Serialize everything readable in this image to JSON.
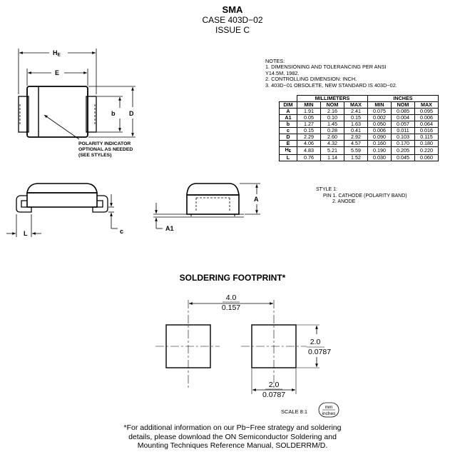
{
  "header": {
    "name": "SMA",
    "case": "CASE 403D−02",
    "issue": "ISSUE C"
  },
  "notes": {
    "title": "NOTES:",
    "lines": [
      "1.  DIMENSIONING AND TOLERANCING PER ANSI",
      "      Y14.5M, 1982.",
      "2.  CONTROLLING DIMENSION: INCH.",
      "3.  403D−01 OBSOLETE, NEW STANDARD IS 403D−02."
    ]
  },
  "table": {
    "group_mm": "MILLIMETERS",
    "group_in": "INCHES",
    "col_dim": "DIM",
    "cols": [
      "MIN",
      "NOM",
      "MAX",
      "MIN",
      "NOM",
      "MAX"
    ],
    "rows": [
      {
        "dim": "A",
        "vals": [
          "1.91",
          "2.16",
          "2.41",
          "0.075",
          "0.085",
          "0.095"
        ]
      },
      {
        "dim": "A1",
        "vals": [
          "0.05",
          "0.10",
          "0.15",
          "0.002",
          "0.004",
          "0.006"
        ]
      },
      {
        "dim": "b",
        "vals": [
          "1.27",
          "1.45",
          "1.63",
          "0.050",
          "0.057",
          "0.064"
        ]
      },
      {
        "dim": "c",
        "vals": [
          "0.15",
          "0.28",
          "0.41",
          "0.006",
          "0.011",
          "0.016"
        ]
      },
      {
        "dim": "D",
        "vals": [
          "2.29",
          "2.60",
          "2.92",
          "0.090",
          "0.103",
          "0.115"
        ]
      },
      {
        "dim": "E",
        "vals": [
          "4.06",
          "4.32",
          "4.57",
          "0.160",
          "0.170",
          "0.180"
        ]
      },
      {
        "dim": "HE",
        "vals": [
          "4.83",
          "5.21",
          "5.59",
          "0.190",
          "0.205",
          "0.220"
        ]
      },
      {
        "dim": "L",
        "vals": [
          "0.76",
          "1.14",
          "1.52",
          "0.030",
          "0.045",
          "0.060"
        ]
      }
    ]
  },
  "drawing": {
    "label_HE": "HE",
    "label_E": "E",
    "label_b": "b",
    "label_D": "D",
    "label_L": "L",
    "label_c": "c",
    "label_A": "A",
    "label_A1": "A1",
    "polarity_1": "POLARITY INDICATOR",
    "polarity_2": "OPTIONAL AS NEEDED",
    "polarity_3": "(SEE STYLES)"
  },
  "style_note": {
    "line1": "STYLE 1:",
    "line2": "PIN 1.  CATHODE (POLARITY BAND)",
    "line3": "2.  ANODE"
  },
  "footprint": {
    "title": "SOLDERING FOOTPRINT*",
    "dim_top_mm": "4.0",
    "dim_top_in": "0.157",
    "dim_right_mm": "2.0",
    "dim_right_in": "0.0787",
    "dim_bottom_mm": "2.0",
    "dim_bottom_in": "0.0787",
    "scale": "SCALE 8:1",
    "unit_top": "mm",
    "unit_bottom": "inches"
  },
  "footnote": {
    "line1": "*For additional information on our Pb−Free strategy and soldering",
    "line2": "details, please download the ON Semiconductor Soldering and",
    "line3": "Mounting Techniques Reference Manual, SOLDERRM/D."
  }
}
